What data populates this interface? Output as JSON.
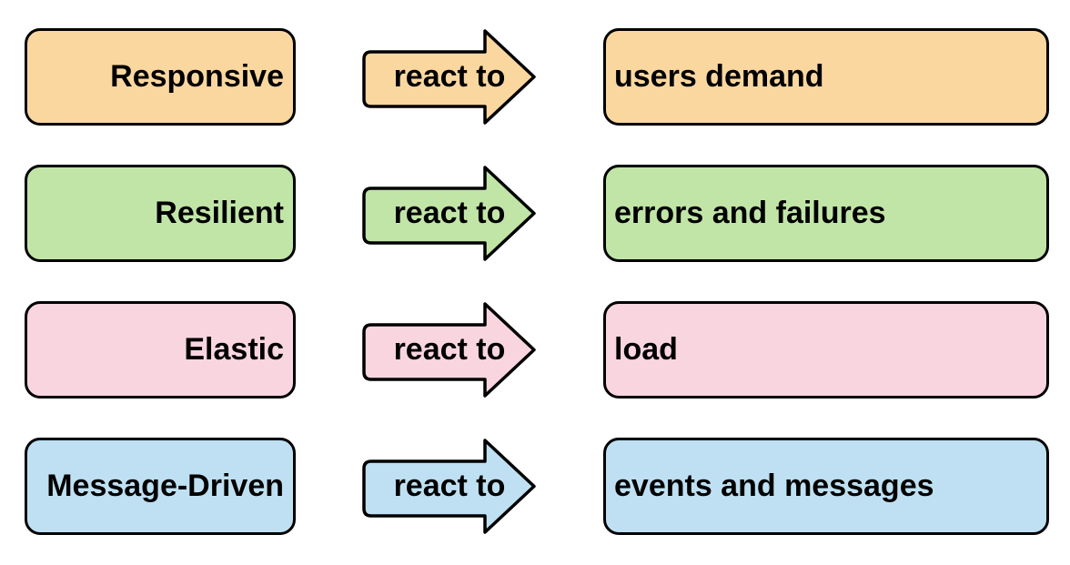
{
  "diagram": {
    "background": "#ffffff",
    "border_color": "#000000",
    "text_color": "#000000",
    "rows": [
      {
        "trait": "Responsive",
        "arrow_label": "react to",
        "target": "users demand",
        "fill": "#FBD7A0"
      },
      {
        "trait": "Resilient",
        "arrow_label": "react to",
        "target": "errors and failures",
        "fill": "#C1E5A7"
      },
      {
        "trait": "Elastic",
        "arrow_label": "react to",
        "target": "load",
        "fill": "#F9D5E0"
      },
      {
        "trait": "Message-Driven",
        "arrow_label": "react to",
        "target": "events and messages",
        "fill": "#BEE0F2"
      }
    ]
  }
}
